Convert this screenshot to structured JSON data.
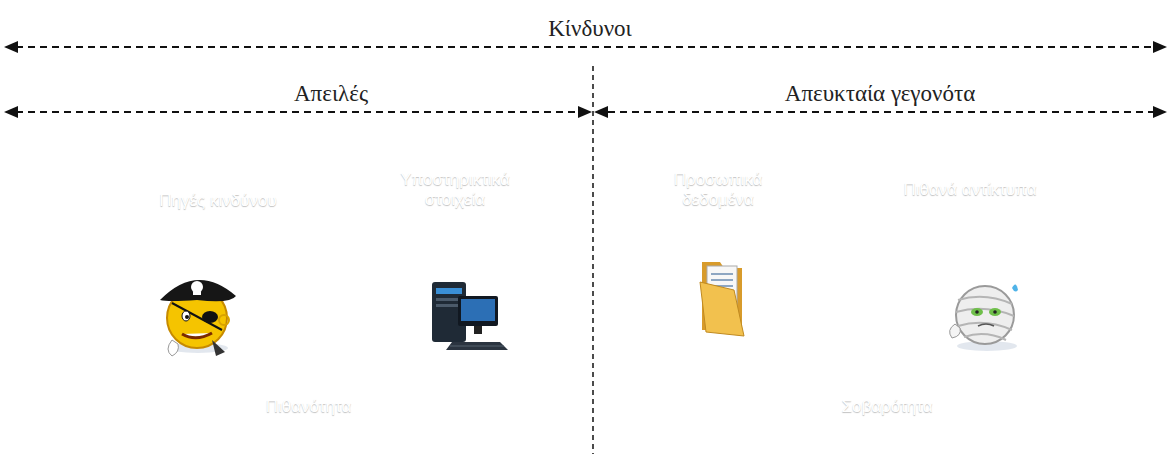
{
  "diagram": {
    "nodes": [
      {
        "text": [
          "Πηγές κινδύνου"
        ]
      },
      {
        "text": [
          "Υποστηρικτικά στοιχεία"
        ]
      },
      {
        "text": [
          "Προσωπικά δεδομένα"
        ]
      },
      {
        "text": [
          "Πιθανά αντίκτυπα"
        ]
      },
      {
        "text": [
          "Πιθανότητα"
        ]
      },
      {
        "text": [
          "Σοβαρότητα"
        ]
      }
    ],
    "labels": [
      "Κίνδυνοι",
      "Απειλές",
      "Απευκταία γεγονότα"
    ]
  }
}
